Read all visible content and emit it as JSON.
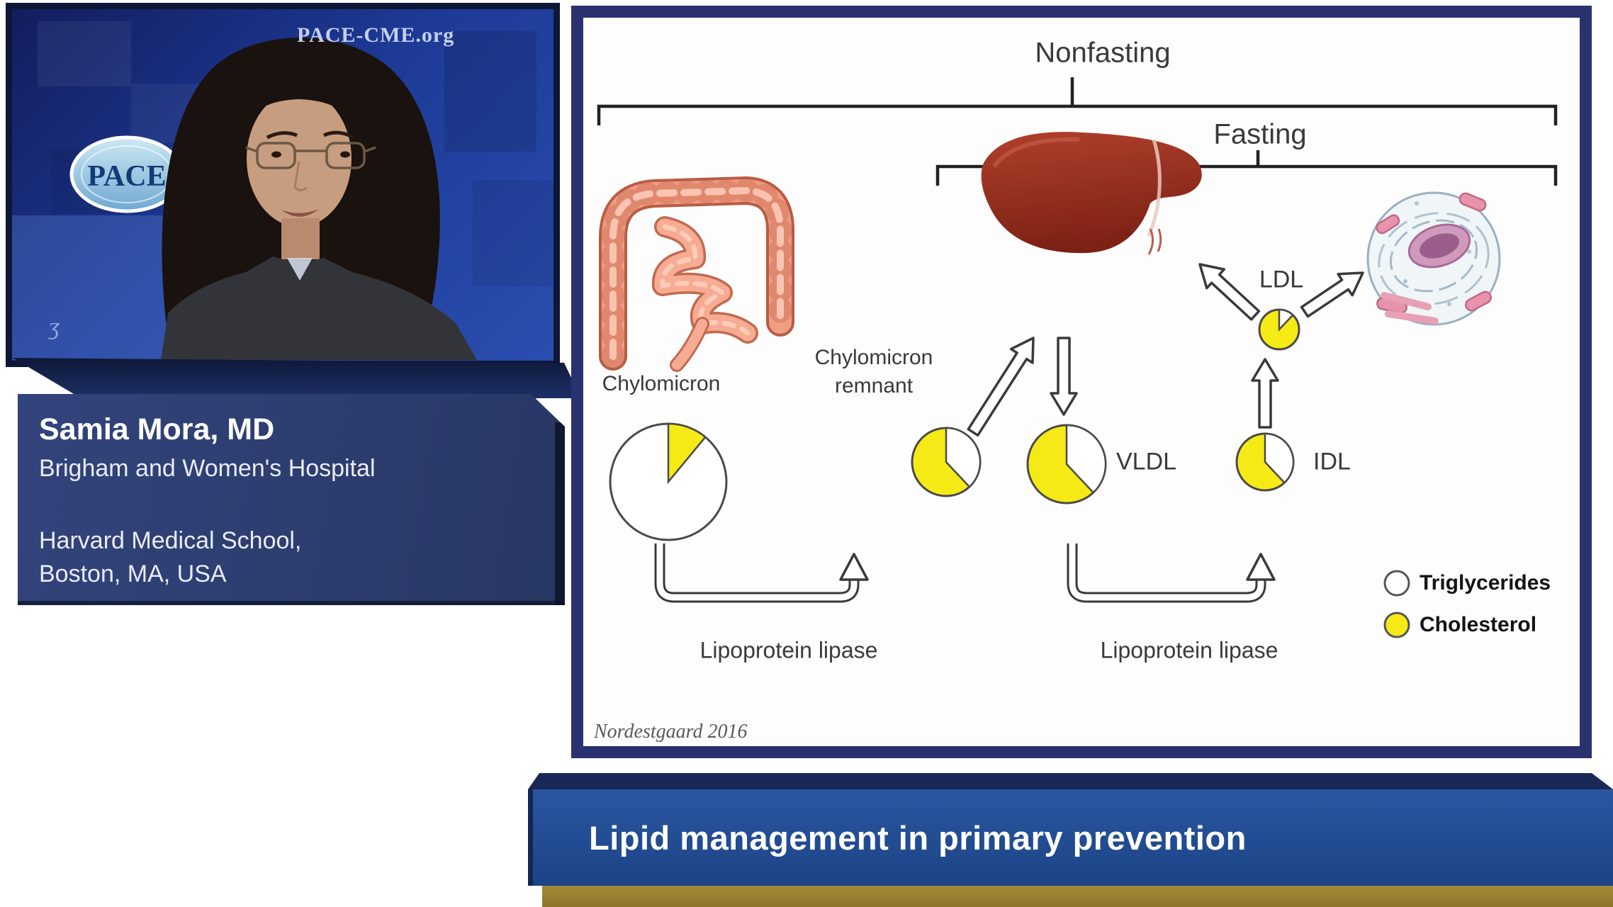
{
  "video": {
    "watermark": "PACE-CME.org",
    "logo_text": "PACE",
    "side_glyph": "ʒ"
  },
  "speaker_card": {
    "name": "Samia Mora, MD",
    "affiliation": "Brigham and Women's Hospital",
    "school": "Harvard Medical School,",
    "location": "Boston, MA, USA"
  },
  "slide": {
    "brackets": {
      "nonfasting": "Nonfasting",
      "fasting": "Fasting"
    },
    "labels": {
      "chylomicron": "Chylomicron",
      "remnant_line1": "Chylomicron",
      "remnant_line2": "remnant",
      "vldl": "VLDL",
      "idl": "IDL",
      "ldl": "LDL",
      "lipase1": "Lipoprotein lipase",
      "lipase2": "Lipoprotein lipase"
    },
    "pies": [
      {
        "name": "Chylomicron",
        "cholesterol_fraction": 0.11
      },
      {
        "name": "Chylomicron remnant",
        "cholesterol_fraction": 0.62
      },
      {
        "name": "VLDL",
        "cholesterol_fraction": 0.62
      },
      {
        "name": "IDL",
        "cholesterol_fraction": 0.62
      },
      {
        "name": "LDL",
        "cholesterol_fraction": 0.88
      }
    ],
    "legend": [
      {
        "label": "Triglycerides",
        "swatch": "#ffffff"
      },
      {
        "label": "Cholesterol",
        "swatch": "#f5ea16"
      }
    ],
    "citation": "Nordestgaard 2016",
    "colors": {
      "yellow": "#f5ea16",
      "outline": "#4a4a4a"
    }
  },
  "footer": {
    "title": "Lipid management in primary prevention"
  }
}
